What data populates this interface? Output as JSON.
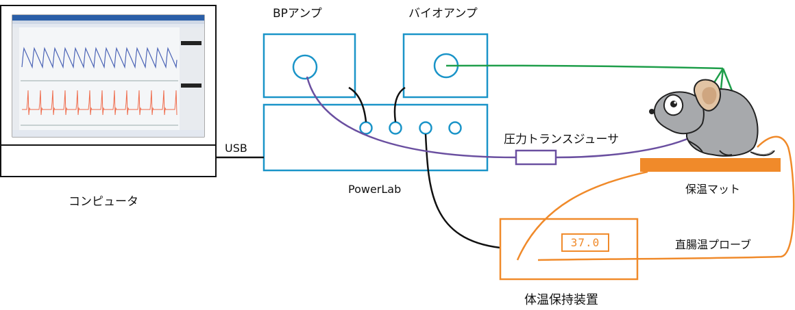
{
  "labels": {
    "bp_amp": "BPアンプ",
    "bio_amp": "バイオアンプ",
    "powerlab": "PowerLab",
    "usb": "USB",
    "computer": "コンピュータ",
    "pressure_transducer": "圧力トランスジューサ",
    "heating_mat": "保温マット",
    "rectal_probe": "直腸温プローブ",
    "temperature_controller": "体温保持装置"
  },
  "temperature_display": "37.0",
  "colors": {
    "amp_box": "#1a94c8",
    "bio_leads": "#1e9e4a",
    "bp_line": "#6a4fa0",
    "thermo": "#f08a2a",
    "cable": "#111111",
    "trace_top": "#4a63b5",
    "trace_bottom": "#ef6a4a"
  },
  "icons": [
    "mouse-icon",
    "monitor-screen"
  ]
}
